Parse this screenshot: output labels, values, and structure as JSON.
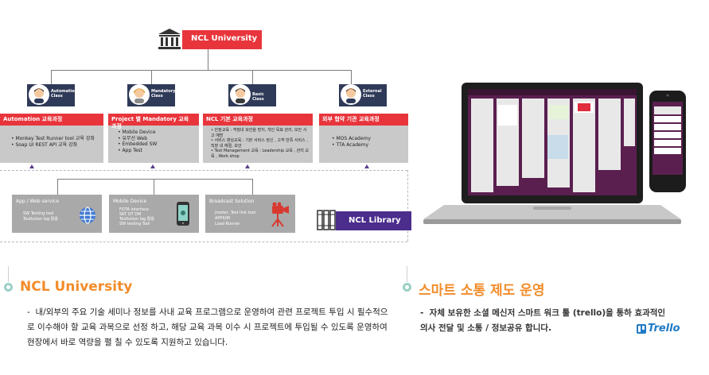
{
  "org": {
    "root": "NCL University",
    "roles": [
      "Automation Class",
      "Mandatory Class",
      "Basic Class",
      "External Class"
    ],
    "cards": [
      {
        "title": "Automation 교육과정",
        "items": [
          "Monkey Test Runner tool 교육 강좌",
          "Soap UI  REST API 교육 강좌"
        ]
      },
      {
        "title": "Project 별 Mandatory 교육 과정",
        "items": [
          "Mobile Device",
          "유무선 Web",
          "Embedded SW",
          "App Test"
        ]
      },
      {
        "title": "NCL 기본 교육과정",
        "items": [
          "안정교육 : 객정내 보안을 방지, 개인 목표 관리, 보안 사고 예방",
          "서비스 향상교육 : 기본 서비스 정신 , 고객 만족 서비스 , 직장 내 예절, 보안",
          "Test Management 교육 : Leadership 교육 , 관리 교육 , Work shop"
        ]
      },
      {
        "title": "외부 협약 기관 교육과정",
        "items": [
          "MOS Academy",
          "TTA Academy"
        ]
      }
    ],
    "library": {
      "label": "NCL Library",
      "items": [
        {
          "title": "App / Web service",
          "items": [
            "SW Testing tool",
            "Testlution log 활용"
          ]
        },
        {
          "title": "Mobile Device",
          "items": [
            "FOTA interface",
            "SKT OT DM",
            "Testlution log 활용",
            "SW testing Tool"
          ]
        },
        {
          "title": "Broadcast Solution",
          "items": [
            "Jmeter, Test link tool",
            "APPIUM",
            "Load Runner"
          ]
        }
      ]
    }
  },
  "sections": {
    "left": {
      "title": "NCL University",
      "dash": "-",
      "body": "내/외부의 주요 기술 세미나 정보를 사내 교육 프로그램으로 운영하여 관련 프로젝트 투입 시 필수적으로 이수해야 할 교육 과목으로 선정 하고, 해당 교육 과목 이수 시 프로젝트에 투입될 수 있도록 운영하여 현장에서 바로 역량을 펼 칠 수 있도록 지원하고 있습니다."
    },
    "right": {
      "title": "스마트 소통 제도 운영",
      "dash": "-",
      "body": "자체 보유한 소셜 메신저 스마트 워크 툴 (trello)을 통하 효과적인 의사 전달 및 소통 / 정보공유 합니다.",
      "logo": "Trello"
    }
  },
  "colors": {
    "red": "#e8353c",
    "navy": "#2f3a58",
    "accent": "#f28c2a",
    "purple": "#4b2d8c",
    "trello": "#1f7ac4"
  }
}
